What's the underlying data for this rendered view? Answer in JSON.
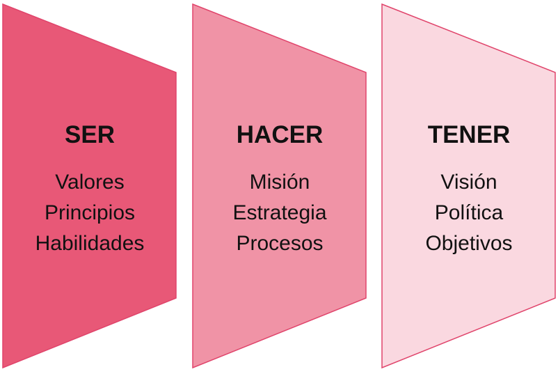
{
  "panels": [
    {
      "title": "SER",
      "items": [
        "Valores",
        "Principios",
        "Habilidades"
      ],
      "fill": "#E85877"
    },
    {
      "title": "HACER",
      "items": [
        "Misión",
        "Estrategia",
        "Procesos"
      ],
      "fill": "#F093A6"
    },
    {
      "title": "TENER",
      "items": [
        "Visión",
        "Política",
        "Objetivos"
      ],
      "fill": "#FAD8E0"
    }
  ],
  "colors": {
    "outline": "#E0446B",
    "text": "#111111"
  }
}
